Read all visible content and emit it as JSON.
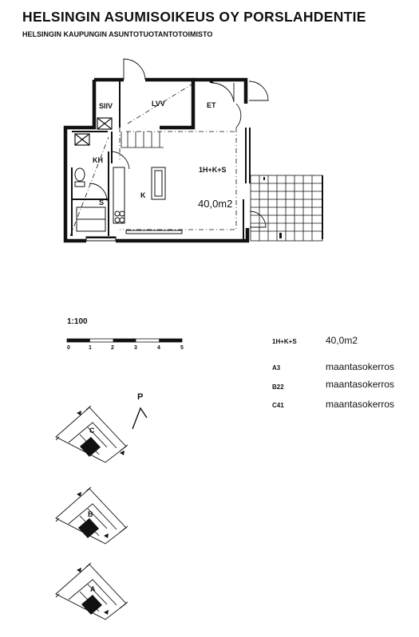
{
  "header": {
    "title": "HELSINGIN ASUMISOIKEUS OY  PORSLAHDENTIE",
    "subtitle": "HELSINGIN KAUPUNGIN ASUNTOTUOTANTOTOIMISTO"
  },
  "plan": {
    "rooms": {
      "storage": "SIIV",
      "laundry": "LVV",
      "entrance": "ET",
      "kitchen_bath": "KH",
      "sauna": "S",
      "kitchen": "K",
      "apartment_type": "1H+K+S",
      "area": "40,0m2"
    }
  },
  "scale": {
    "label": "1:100",
    "ticks": [
      "0",
      "1",
      "2",
      "3",
      "4",
      "5"
    ]
  },
  "info": {
    "type_code": "1H+K+S",
    "area": "40,0m2",
    "units": [
      {
        "code": "A3",
        "floor": "maantasokerros"
      },
      {
        "code": "B22",
        "floor": "maantasokerros"
      },
      {
        "code": "C41",
        "floor": "maantasokerros"
      }
    ]
  },
  "site": {
    "north_label": "P",
    "keys": [
      "C",
      "B",
      "A"
    ]
  }
}
